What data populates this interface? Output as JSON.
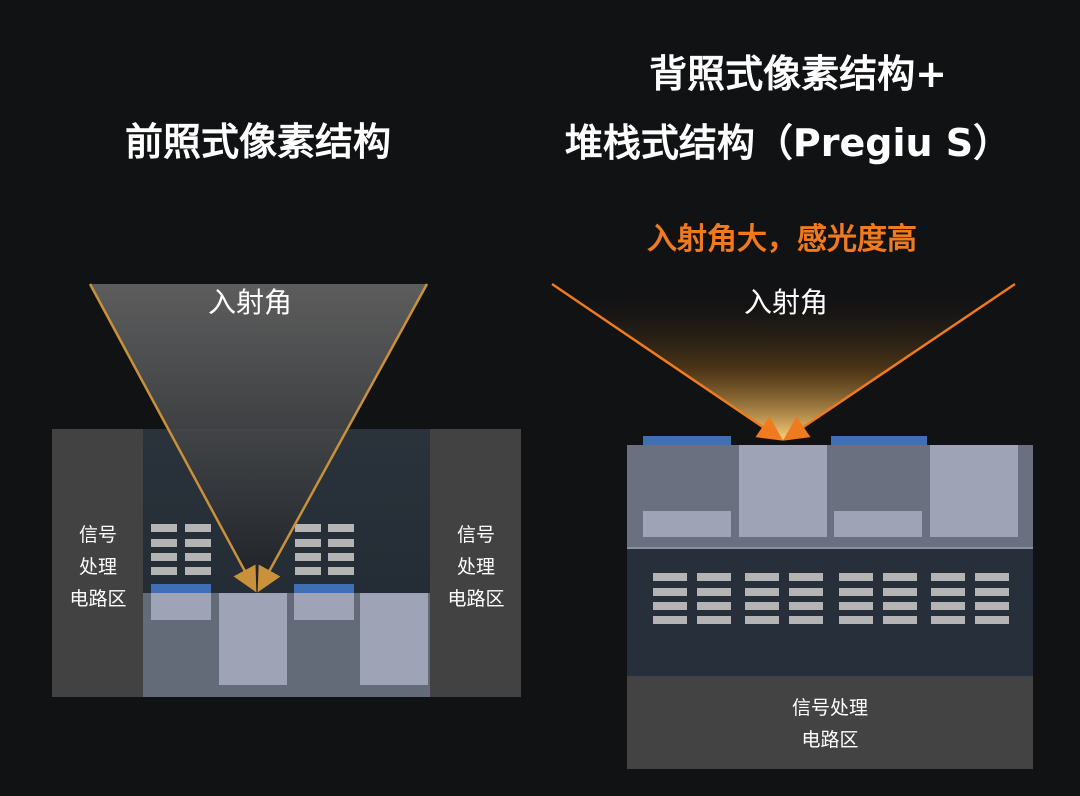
{
  "left": {
    "title": "前照式像素结构",
    "angle_label": "入射角",
    "side_label_left": [
      "信号",
      "处理",
      "电路区"
    ],
    "side_label_right": [
      "信号",
      "处理",
      "电路区"
    ]
  },
  "right": {
    "title_line1": "背照式像素结构+",
    "title_line2": "堆栈式结构（Pregiu S）",
    "highlight": "入射角大，感光度高",
    "angle_label": "入射角",
    "bottom_label": [
      "信号处理",
      "电路区"
    ]
  },
  "colors": {
    "background": "#111214",
    "arrow_left": "#c8913a",
    "arrow_right": "#f07a1e",
    "blue": "#3f6fb5",
    "light_block": "#9ea3b6",
    "circuit": "#434343"
  }
}
